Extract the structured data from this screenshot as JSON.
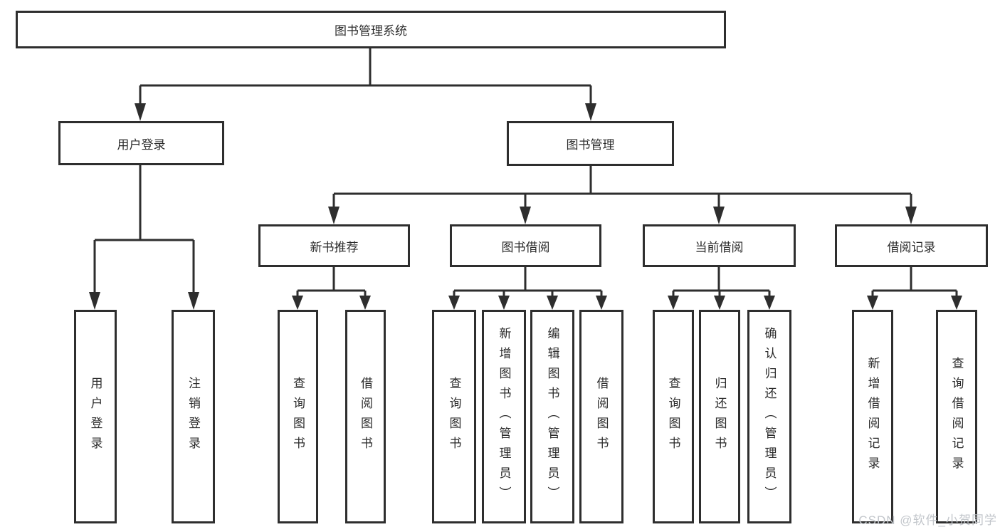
{
  "diagram_type": "hierarchy-tree",
  "colors": {
    "line": "#2e2e2e",
    "node_border": "#2e2e2e",
    "node_background": "#ffffff",
    "text": "#2b2b2b",
    "watermark": "#c2c6cb",
    "page_background": "#ffffff"
  },
  "watermark": "CSDN @软件_小贺同学",
  "tree": {
    "label": "图书管理系统",
    "children": [
      {
        "label": "用户登录",
        "children": [
          {
            "label": "用户登录"
          },
          {
            "label": "注销登录"
          }
        ]
      },
      {
        "label": "图书管理",
        "children": [
          {
            "label": "新书推荐",
            "children": [
              {
                "label": "查询图书"
              },
              {
                "label": "借阅图书"
              }
            ]
          },
          {
            "label": "图书借阅",
            "children": [
              {
                "label": "查询图书"
              },
              {
                "label": "新增图书（管理员）"
              },
              {
                "label": "编辑图书（管理员）"
              },
              {
                "label": "借阅图书"
              }
            ]
          },
          {
            "label": "当前借阅",
            "children": [
              {
                "label": "查询图书"
              },
              {
                "label": "归还图书"
              },
              {
                "label": "确认归还（管理员）"
              }
            ]
          },
          {
            "label": "借阅记录",
            "children": [
              {
                "label": "新增借阅记录"
              },
              {
                "label": "查询借阅记录"
              }
            ]
          }
        ]
      }
    ]
  }
}
